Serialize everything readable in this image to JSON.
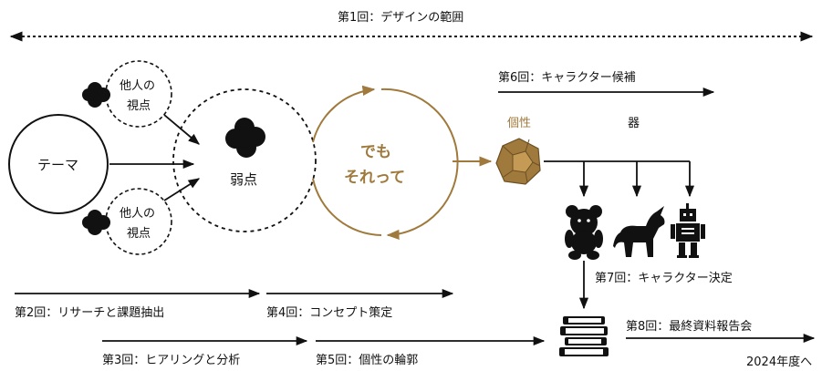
{
  "title": "第1回：デザインの範囲",
  "center": {
    "theme": "テーマ",
    "other_view_top": [
      "他人の",
      "視点"
    ],
    "other_view_bottom": [
      "他人の",
      "視点"
    ],
    "weakness": "弱点",
    "but_that": [
      "でも",
      "それって"
    ]
  },
  "character": {
    "round6": "第6回：キャラクター候補",
    "individuality": "個性",
    "vessel": "器",
    "round7": "第7回：キャラクター決定",
    "round8": "第8回：最終資料報告会",
    "next_year": "2024年度へ"
  },
  "rounds": {
    "round2": "第2回：リサーチと課題抽出",
    "round3": "第3回：ヒアリングと分析",
    "round4": "第4回：コンセプト策定",
    "round5": "第5回：個性の輪郭"
  },
  "colors": {
    "ink": "#111111",
    "accent_gold": "#a07a3c"
  },
  "icons": [
    "dark-blob-icon",
    "dodecahedron-icon",
    "teddy-bear-icon",
    "unicorn-icon",
    "robot-icon",
    "stacked-books-icon"
  ]
}
